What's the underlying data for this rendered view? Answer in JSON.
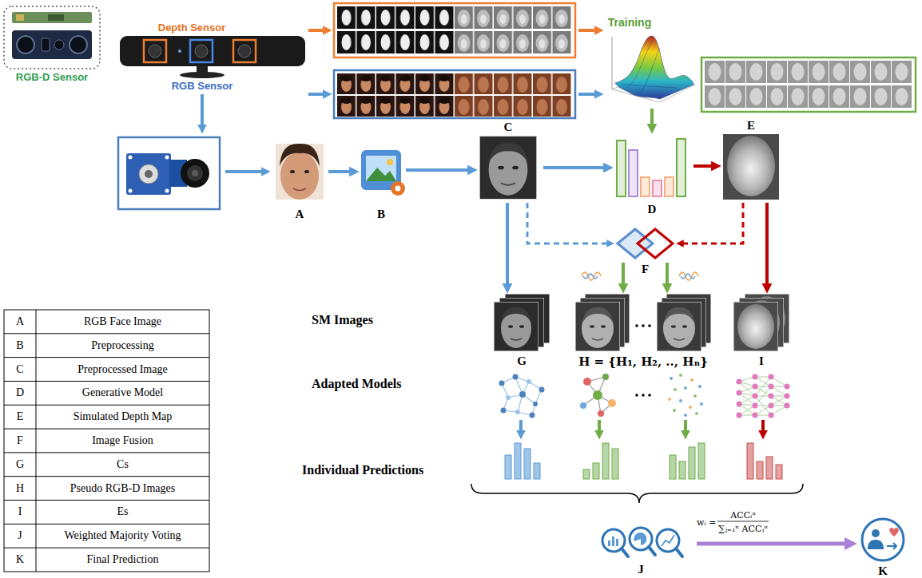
{
  "diagram": {
    "nodes": [
      {
        "text": [
          "RGB-D Sensor"
        ]
      },
      {
        "text": [
          "Depth Sensor",
          "RGB Sensor"
        ]
      },
      {
        "text": [
          "Training"
        ]
      },
      {
        "text": [
          "A"
        ]
      },
      {
        "text": [
          "B"
        ]
      },
      {
        "text": [
          "C"
        ]
      },
      {
        "text": [
          "D"
        ]
      },
      {
        "text": [
          "E"
        ]
      },
      {
        "text": [
          "F"
        ]
      },
      {
        "text": [
          "G"
        ]
      },
      {
        "text": [
          "H = {H₁, H₂, .., Hₙ}"
        ]
      },
      {
        "text": [
          "I"
        ]
      },
      {
        "text": [
          "J"
        ]
      },
      {
        "text": [
          "K"
        ]
      }
    ],
    "edges": [
      {
        "from": 3,
        "to": 4,
        "arrow": "to"
      },
      {
        "from": 4,
        "to": 5,
        "arrow": "to"
      },
      {
        "from": 5,
        "to": 6,
        "arrow": "to"
      },
      {
        "from": 6,
        "to": 7,
        "arrow": "to"
      },
      {
        "from": 2,
        "to": 6,
        "arrow": "to"
      },
      {
        "from": 5,
        "to": 8,
        "arrow": "to"
      },
      {
        "from": 7,
        "to": 8,
        "arrow": "to"
      },
      {
        "from": 8,
        "to": 10,
        "arrow": "to"
      },
      {
        "from": 8,
        "to": 10,
        "arrow": "to"
      },
      {
        "from": 5,
        "to": 9,
        "arrow": "to"
      },
      {
        "from": 7,
        "to": 11,
        "arrow": "to"
      },
      {
        "from": 12,
        "to": 13,
        "arrow": "to"
      }
    ],
    "labels": [
      "SM Images",
      "Adapted Models",
      "Individual Predictions",
      "wᵢ =",
      "ACCᵢᵅ",
      "∑ⱼ₌₁ⁿ ACCⱼᵅ",
      "A",
      "RGB Face Image",
      "B",
      "Preprocessing",
      "C",
      "Preprocessed Image",
      "D",
      "Generative Model",
      "E",
      "Simulated Depth Map",
      "F",
      "Image Fusion",
      "G",
      "Cs",
      "H",
      "Pseudo RGB-D Images",
      "I",
      "Es",
      "J",
      "Weighted Majority Voting",
      "K",
      "Final Prediction"
    ]
  }
}
